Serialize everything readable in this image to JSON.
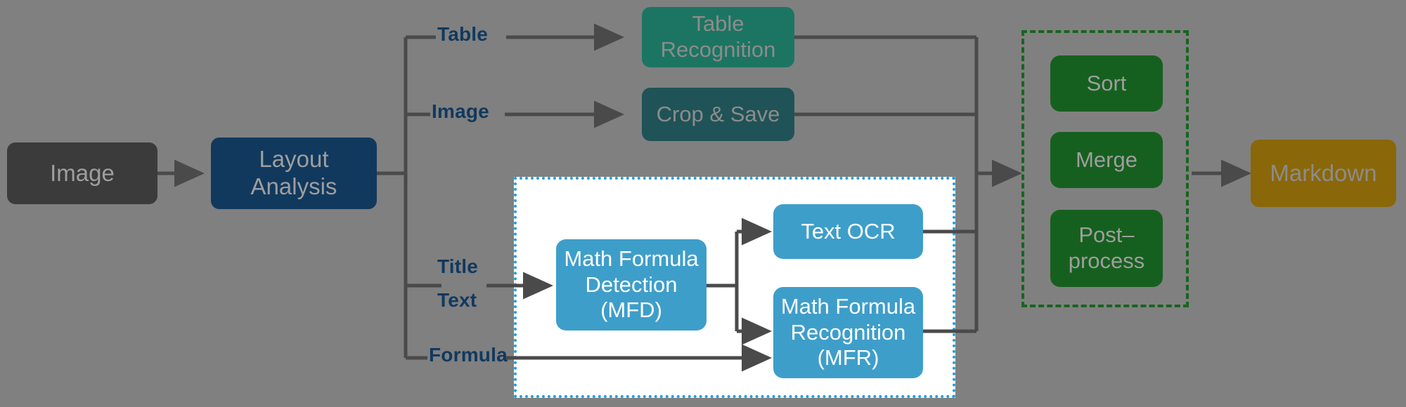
{
  "diagram": {
    "title": "Document parsing pipeline",
    "background_color": "#808080",
    "nodes": {
      "image": "Image",
      "layout_analysis": "Layout\nAnalysis",
      "table_recognition": "Table\nRecognition",
      "crop_save": "Crop & Save",
      "mfd": "Math Formula\nDetection\n(MFD)",
      "text_ocr": "Text OCR",
      "mfr": "Math Formula\nRecognition\n(MFR)",
      "sort": "Sort",
      "merge": "Merge",
      "post_process": "Post–\nprocess",
      "markdown": "Markdown"
    },
    "edge_labels": {
      "table": "Table",
      "image": "Image",
      "title": "Title",
      "text": "Text",
      "formula": "Formula"
    },
    "colors": {
      "image_box": "#3B3B3B",
      "layout_box": "#11395E",
      "table_recognition_box": "#1C7562",
      "crop_save_box": "#1F5358",
      "blue_box": "#3E9ECA",
      "green_box": "#16601F",
      "markdown_box": "#8A6708",
      "edge_label_text": "#11395E",
      "wire": "#4A4A4A",
      "blue_cluster_border": "#22A0DC",
      "green_cluster_border": "#17651F",
      "cluster_fill": "#FFFFFF"
    }
  }
}
